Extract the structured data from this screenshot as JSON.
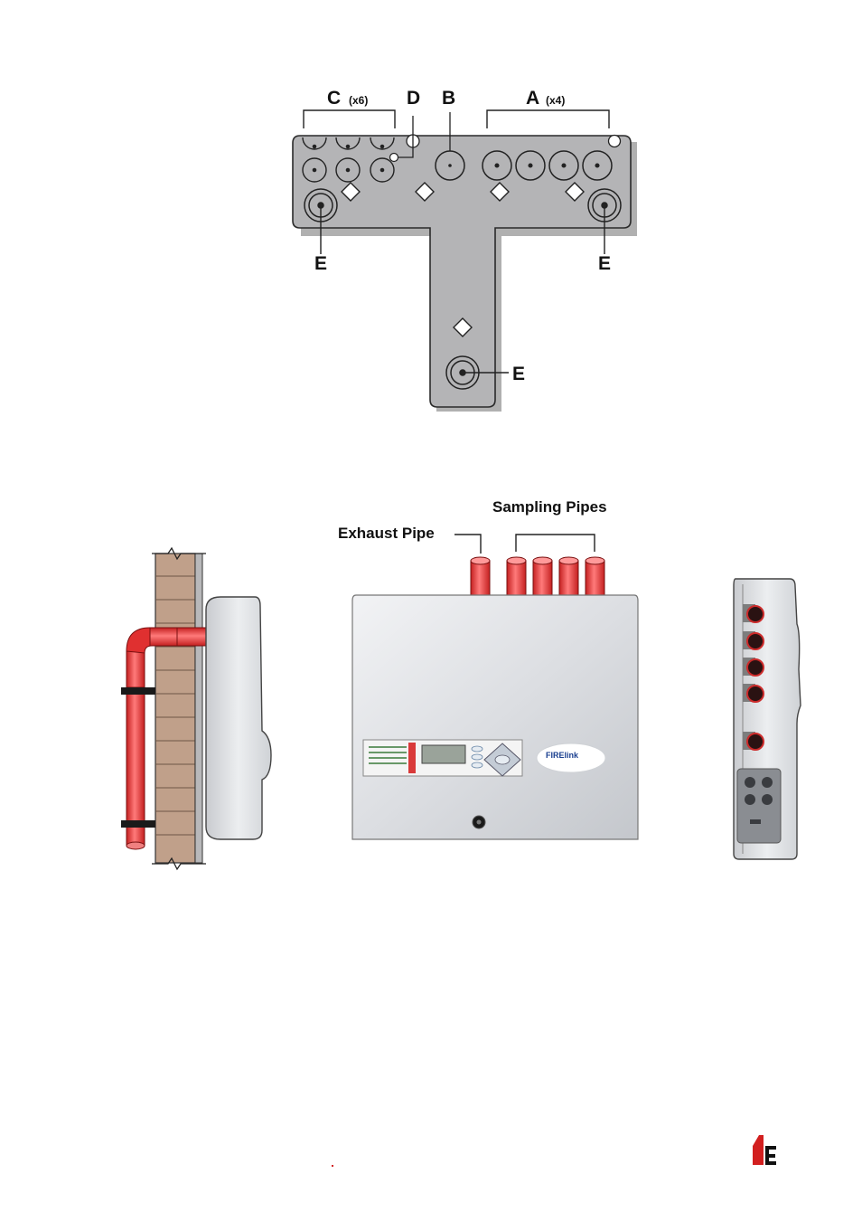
{
  "bracket_diagram": {
    "labels": {
      "c": "C",
      "c_count": "(x6)",
      "d": "D",
      "b": "B",
      "a": "A",
      "a_count": "(x4)",
      "e_left": "E",
      "e_right": "E",
      "e_bottom": "E"
    }
  },
  "unit_diagram": {
    "exhaust_label": "Exhaust Pipe",
    "sampling_label": "Sampling Pipes",
    "brand_text": "FIRElink"
  },
  "colors": {
    "plate": "#b4b4b6",
    "pipe": "#e03030",
    "brick": "#c0a08a",
    "cabinet": "#d6d8dc",
    "logo": "#d21f1f"
  }
}
